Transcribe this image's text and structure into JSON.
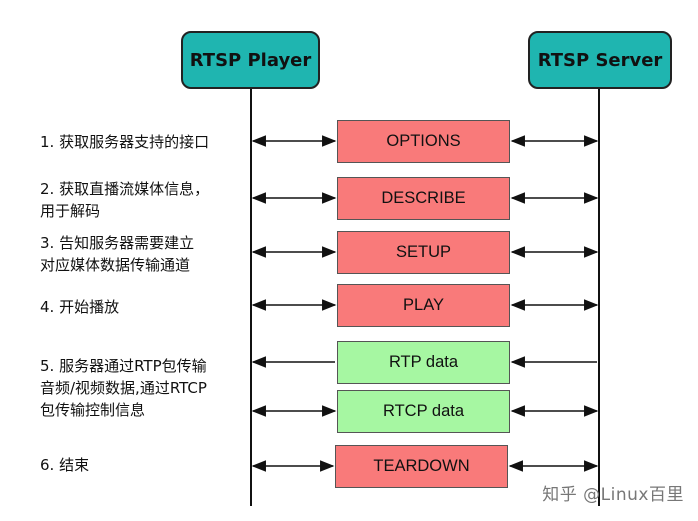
{
  "colors": {
    "actor_fill": "#1fb5b0",
    "control_msg_fill": "#f97a7a",
    "data_msg_fill": "#a6f7a2",
    "line": "#111111"
  },
  "actors": {
    "player": "RTSP Player",
    "server": "RTSP Server"
  },
  "steps": [
    {
      "label": "1. 获取服务器支持的接口",
      "message": "OPTIONS",
      "kind": "control",
      "direction": "both"
    },
    {
      "label": "2. 获取直播流媒体信息，\n用于解码",
      "message": "DESCRIBE",
      "kind": "control",
      "direction": "both"
    },
    {
      "label": "3. 告知服务器需要建立\n对应媒体数据传输通道",
      "message": "SETUP",
      "kind": "control",
      "direction": "both"
    },
    {
      "label": "4. 开始播放",
      "message": "PLAY",
      "kind": "control",
      "direction": "both"
    },
    {
      "label": "5. 服务器通过RTP包传输\n音频/视频数据,通过RTCP\n包传输控制信息",
      "message": "RTP data",
      "kind": "data",
      "direction": "to-player"
    },
    {
      "label": "",
      "message": "RTCP data",
      "kind": "data",
      "direction": "both"
    },
    {
      "label": "6. 结束",
      "message": "TEARDOWN",
      "kind": "control",
      "direction": "both"
    }
  ],
  "watermark": "知乎 @Linux百里"
}
